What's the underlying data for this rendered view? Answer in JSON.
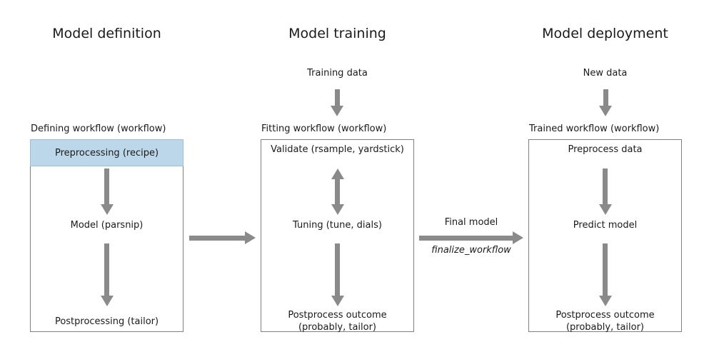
{
  "columns": [
    {
      "title": "Model definition",
      "box_label": "Defining workflow (workflow)",
      "step1": "Preprocessing (recipe)",
      "step2": "Model (parsnip)",
      "step3_line1": "Postprocessing (tailor)",
      "step3_line2": ""
    },
    {
      "title": "Model training",
      "input_label": "Training data",
      "box_label": "Fitting workflow (workflow)",
      "step1": "Validate (rsample, yardstick)",
      "step2": "Tuning (tune, dials)",
      "step3_line1": "Postprocess outcome",
      "step3_line2": "(probably, tailor)"
    },
    {
      "title": "Model deployment",
      "input_label": "New data",
      "box_label": "Trained workflow (workflow)",
      "step1": "Preprocess data",
      "step2": "Predict model",
      "step3_line1": "Postprocess outcome",
      "step3_line2": "(probably, tailor)"
    }
  ],
  "connectors": {
    "training_to_deployment": {
      "label_top": "Final model",
      "label_bottom": "finalize_workflow"
    }
  },
  "colors": {
    "background": "#ffffff",
    "text": "#1a1a1a",
    "arrow": "#8a8a8a",
    "box_border": "#808080",
    "highlight_fill": "#bdd7ea",
    "highlight_border": "#9dbdd4"
  }
}
